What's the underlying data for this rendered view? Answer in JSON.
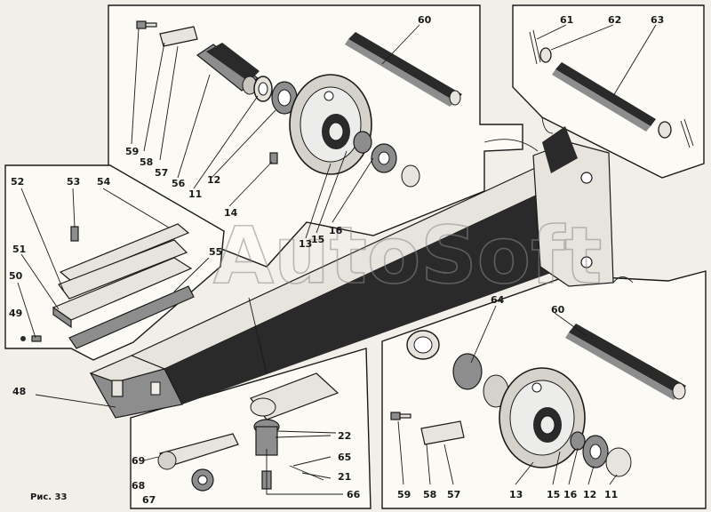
{
  "figure": {
    "caption": "Рис. 33",
    "watermark": "AutoSoft"
  },
  "labels": {
    "p60_top": "60",
    "p59_top": "59",
    "p58_top": "58",
    "p57_top": "57",
    "p56": "56",
    "p11_top": "11",
    "p12_top": "12",
    "p14": "14",
    "p13_top": "13",
    "p15_top": "15",
    "p16_top": "16",
    "p61": "61",
    "p62": "62",
    "p63": "63",
    "p52": "52",
    "p53": "53",
    "p54": "54",
    "p51": "51",
    "p55": "55",
    "p50": "50",
    "p49": "49",
    "p48": "48",
    "p64": "64",
    "p60_bot": "60",
    "p69": "69",
    "p68": "68",
    "p67": "67",
    "p22": "22",
    "p65": "65",
    "p21": "21",
    "p66": "66",
    "p59_bot": "59",
    "p58_bot": "58",
    "p57_bot": "57",
    "p13_bot": "13",
    "p15_bot": "15",
    "p16_bot": "16",
    "p12_bot": "12",
    "p11_bot": "11"
  }
}
